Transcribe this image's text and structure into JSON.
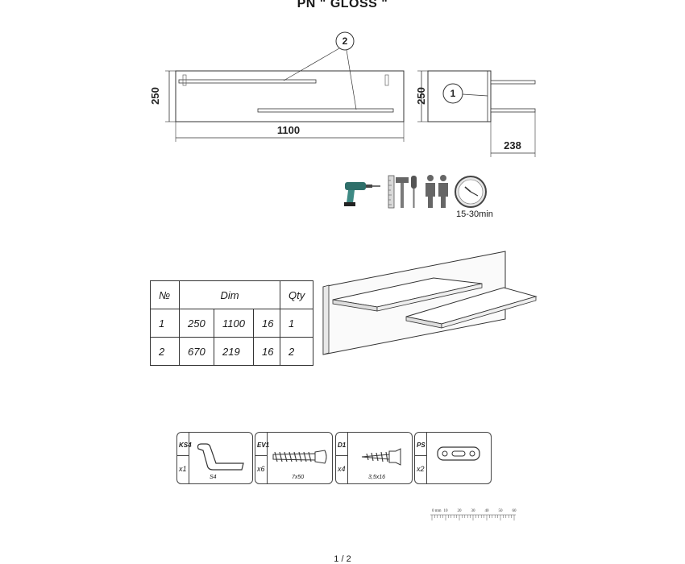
{
  "title": "PN \" GLOSS \"",
  "drawing": {
    "front_height": "250",
    "front_width": "1100",
    "side_height": "250",
    "side_depth": "238",
    "callout_1": "1",
    "callout_2": "2"
  },
  "tools": {
    "icons": [
      "drill-icon",
      "ruler-icon",
      "hammer-icon",
      "screwdriver-icon",
      "two-persons-icon",
      "clock-icon"
    ],
    "time": "15-30min"
  },
  "parts_table": {
    "headers": {
      "no": "№",
      "dim": "Dim",
      "qty": "Qty"
    },
    "rows": [
      {
        "no": "1",
        "d1": "250",
        "d2": "1100",
        "d3": "16",
        "qty": "1"
      },
      {
        "no": "2",
        "d1": "670",
        "d2": "219",
        "d3": "16",
        "qty": "2"
      }
    ]
  },
  "hardware": [
    {
      "code": "KS4",
      "qty": "x1",
      "size": "S4",
      "icon": "hex-key-icon"
    },
    {
      "code": "EV1",
      "qty": "x6",
      "size": "7x50",
      "icon": "confirmat-screw-icon"
    },
    {
      "code": "D1",
      "qty": "x4",
      "size": "3,5x16",
      "icon": "wood-screw-icon"
    },
    {
      "code": "PS",
      "qty": "x2",
      "size": "",
      "icon": "hanger-plate-icon"
    }
  ],
  "ruler": {
    "labels": [
      "0 mm",
      "10",
      "20",
      "30",
      "40",
      "50",
      "60"
    ]
  },
  "page": "1 / 2"
}
